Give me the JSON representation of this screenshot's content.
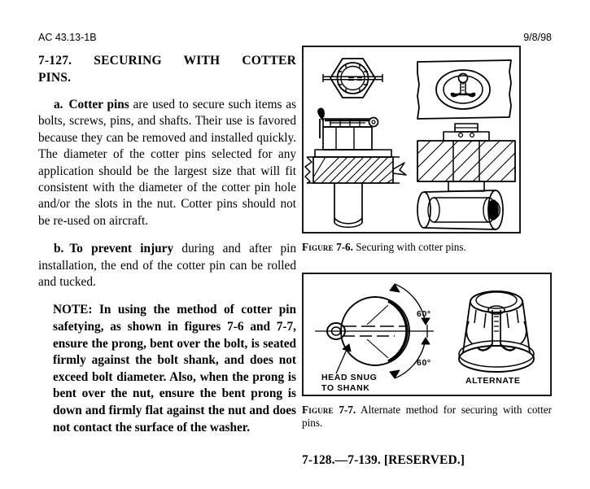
{
  "document": {
    "header": {
      "left": "AC 43.13-1B",
      "right": "9/8/98"
    },
    "section": {
      "number": "7-127.",
      "title_line_1": "7-127.   SECURING   WITH   COTTER",
      "title_line_2": "PINS.",
      "title_full": "7-127. SECURING WITH COTTER PINS."
    },
    "paragraphs": [
      {
        "label": "a.",
        "lead_bold": "Cotter pins",
        "text": " are used to secure such items as bolts, screws, pins, and shafts.  Their use is favored because they can be removed and installed quickly.  The diameter of the cotter pins selected for any application should be the largest size that will fit consistent with the diameter of the cotter pin hole and/or the slots in the nut.  Cotter pins should not be re-used on aircraft."
      },
      {
        "label": "b.",
        "lead_bold": "To prevent injury",
        "text": " during and after pin installation, the end of the cotter pin can be rolled and tucked."
      }
    ],
    "note": {
      "text": "NOTE:  In using the method of cotter pin safetying, as shown in figures 7-6 and 7-7, ensure the prong, bent over the bolt, is seated firmly against the bolt shank, and does not exceed bolt diameter.  Also, when the prong is bent over the nut, ensure the bent prong is down and firmly flat against the nut and does not contact the surface of the washer."
    },
    "figures": [
      {
        "caption_word": "Figure",
        "caption_number": "7-6.",
        "caption_text": " Securing with cotter pins.",
        "drawing_labels": []
      },
      {
        "caption_word": "Figure",
        "caption_number": "7-7.",
        "caption_text": " Alternate method for securing with cotter pins.",
        "drawing_labels": [
          "60°",
          "60°",
          "HEAD SNUG",
          "TO SHANK",
          "ALTERNATE"
        ]
      }
    ],
    "reserved": "7-128.—7-139. [RESERVED.]",
    "colors": {
      "ink": "#000000",
      "paper": "#ffffff",
      "rule": "#1a1a1a"
    }
  }
}
